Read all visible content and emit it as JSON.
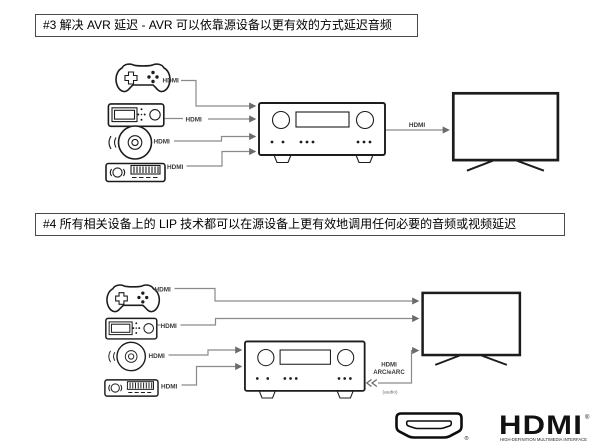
{
  "s3": {
    "title": "#3 解决 AVR 延迟 - AVR 可以依靠源设备以更有效的方式延迟音频",
    "hdmi_labels": {
      "gamepad": "HDMI",
      "settop": "HDMI",
      "disc": "HDMI",
      "soundbar": "HDMI"
    },
    "avr_output_label": "HDMI"
  },
  "s4": {
    "title": "#4 所有相关设备上的 LIP 技术都可以在源设备上更有效地调用任何必要的音频或视频延迟",
    "hdmi_labels": {
      "gamepad": "HDMI",
      "settop": "HDMI",
      "disc": "HDMI",
      "soundbar": "HDMI"
    },
    "arc": {
      "line1": "HDMI",
      "line2": "ARC/eARC",
      "note": "(audio)"
    }
  },
  "branding": {
    "wordmark": "HDMI",
    "registered": "®",
    "tagline": "HIGH-DEFINITION MULTIMEDIA INTERFACE"
  },
  "icons": [
    "gamepad-icon",
    "set-top-box-icon",
    "disc-player-icon",
    "soundbar-icon",
    "av-receiver-icon",
    "tv-icon",
    "hdmi-connector-icon"
  ],
  "colors": {
    "wire": "#8a8a8a",
    "outline": "#1c1c1c",
    "title_border": "#4a4a4a",
    "background": "#ffffff"
  }
}
